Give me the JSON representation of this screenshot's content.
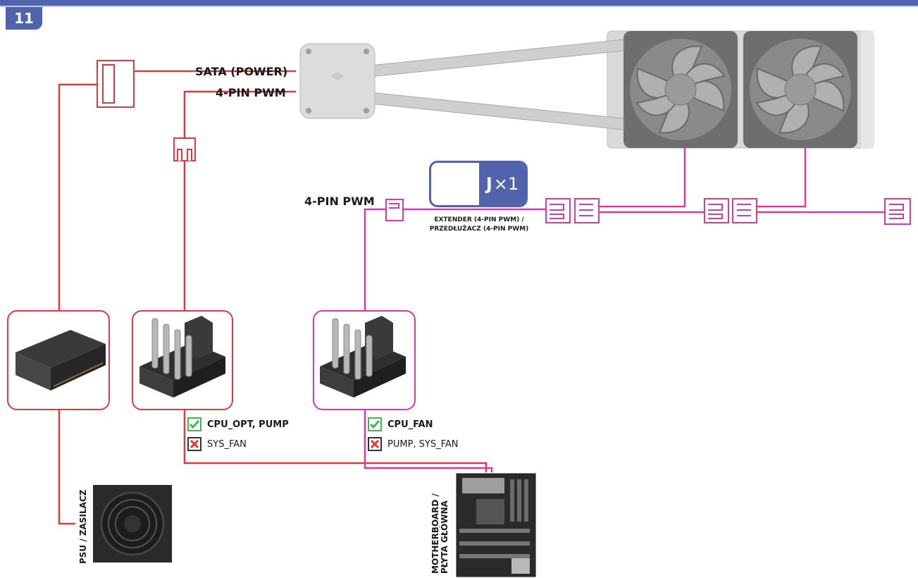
{
  "step_number": "11",
  "labels": {
    "sata_power": "SATA (POWER)",
    "pump_pwm": "4-PIN PWM",
    "fan_pwm": "4-PIN PWM",
    "extender_line1": "EXTENDER (4-PIN PWM) /",
    "extender_line2": "PRZEDŁUŻACZ (4-PIN PWM)",
    "psu_line1": "PSU / ZASILACZ",
    "mb_line1": "MOTHERBOARD /",
    "mb_line2": "PŁYTA GŁÓWNA"
  },
  "accessory": {
    "letter": "J",
    "quantity": "×1"
  },
  "compat_pump": {
    "ok": "CPU_OPT, PUMP",
    "no": "SYS_FAN"
  },
  "compat_fan": {
    "ok": "CPU_FAN",
    "no": "PUMP, SYS_FAN"
  },
  "colors": {
    "accent": "#5263ad",
    "pump_cable": "#e03a3e",
    "fan_cable": "#d63aa6",
    "ok": "#4caf50",
    "no": "#e53935"
  }
}
